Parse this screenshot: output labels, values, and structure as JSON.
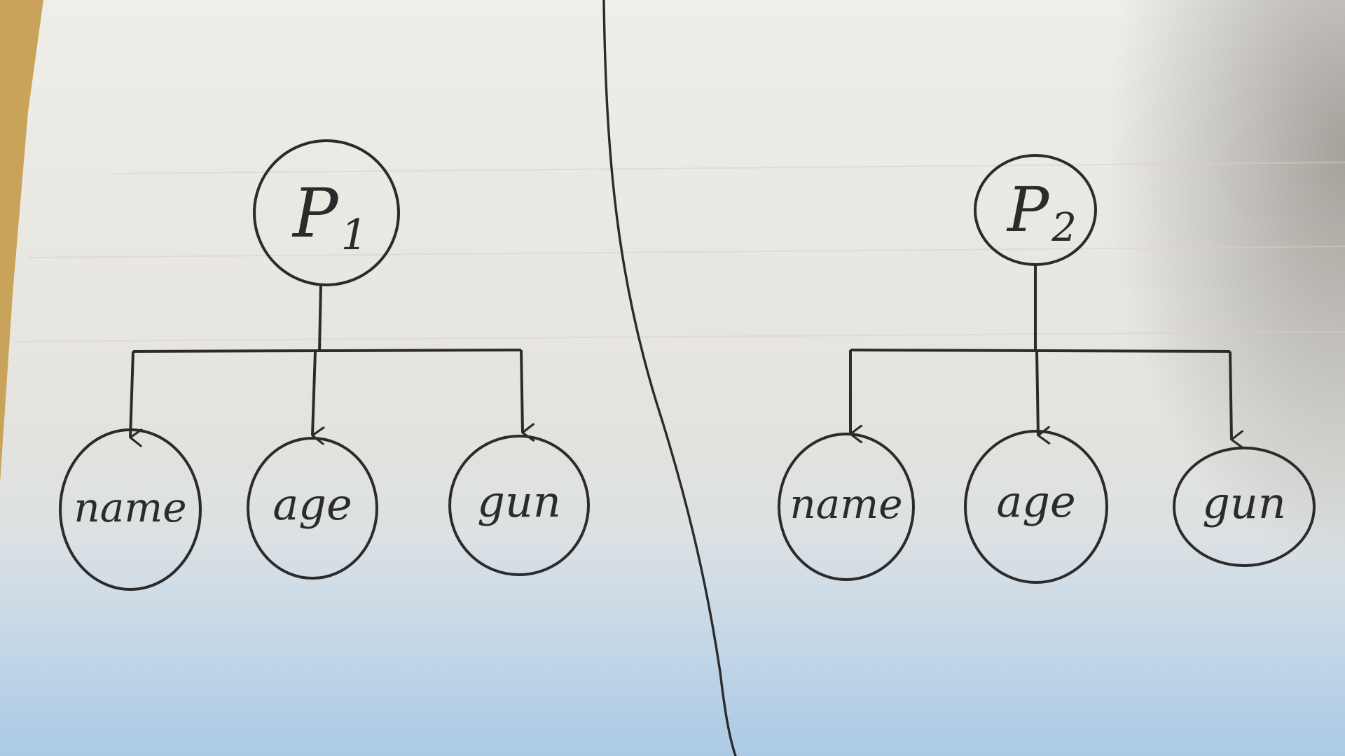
{
  "diagram": {
    "colors": {
      "ink": "#2b2b2b",
      "paper": "#e8e6df",
      "table": "#c9a35a"
    },
    "trees": [
      {
        "root": {
          "main": "P",
          "sub": "1"
        },
        "children": [
          "name",
          "age",
          "gun"
        ]
      },
      {
        "root": {
          "main": "P",
          "sub": "2"
        },
        "children": [
          "name",
          "age",
          "gun"
        ]
      }
    ]
  }
}
